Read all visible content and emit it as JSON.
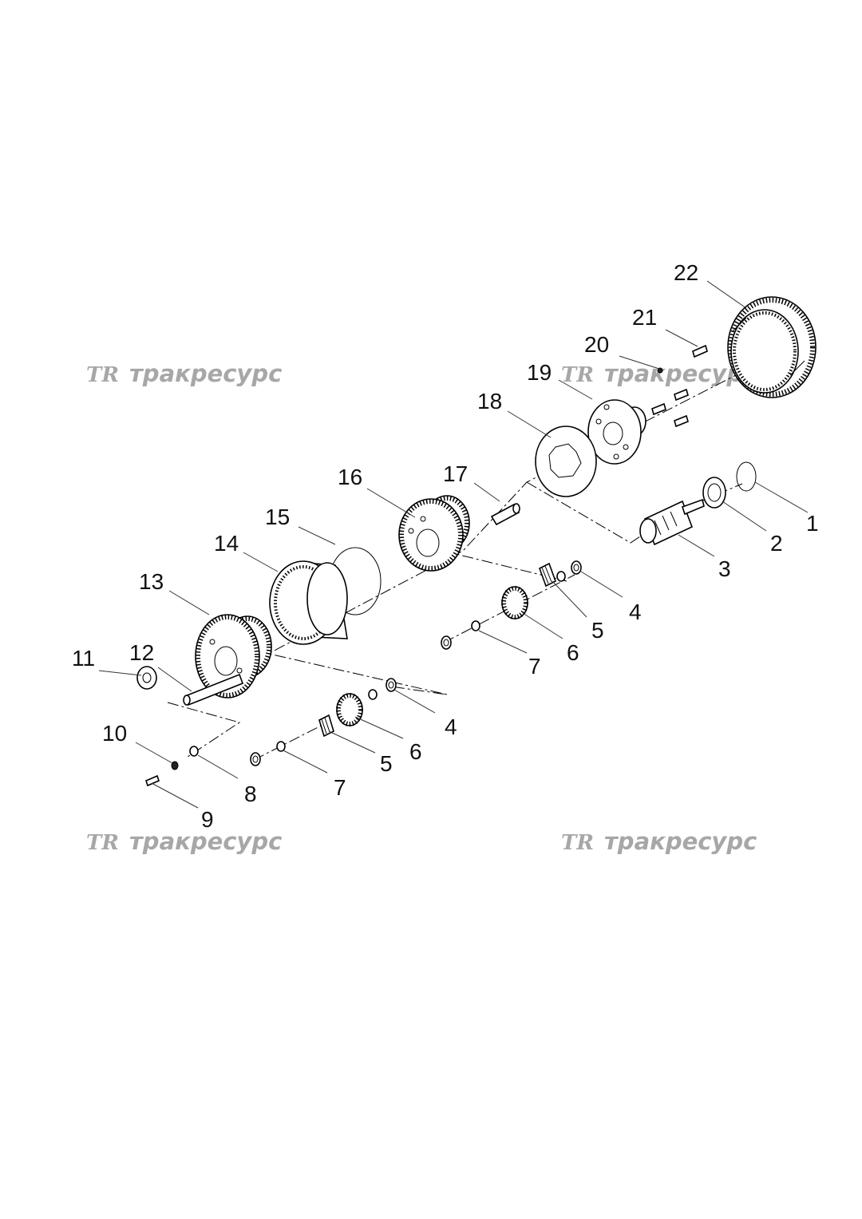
{
  "watermark": {
    "text": "тракресурс",
    "logo_text": "TR"
  },
  "callouts": [
    {
      "id": "1",
      "label": "1"
    },
    {
      "id": "2",
      "label": "2"
    },
    {
      "id": "3",
      "label": "3"
    },
    {
      "id": "4a",
      "label": "4"
    },
    {
      "id": "5a",
      "label": "5"
    },
    {
      "id": "6a",
      "label": "6"
    },
    {
      "id": "7a",
      "label": "7"
    },
    {
      "id": "4b",
      "label": "4"
    },
    {
      "id": "5b",
      "label": "5"
    },
    {
      "id": "6b",
      "label": "6"
    },
    {
      "id": "7b",
      "label": "7"
    },
    {
      "id": "8",
      "label": "8"
    },
    {
      "id": "9",
      "label": "9"
    },
    {
      "id": "10",
      "label": "10"
    },
    {
      "id": "11",
      "label": "11"
    },
    {
      "id": "12",
      "label": "12"
    },
    {
      "id": "13",
      "label": "13"
    },
    {
      "id": "14",
      "label": "14"
    },
    {
      "id": "15",
      "label": "15"
    },
    {
      "id": "16",
      "label": "16"
    },
    {
      "id": "17",
      "label": "17"
    },
    {
      "id": "18",
      "label": "18"
    },
    {
      "id": "19",
      "label": "19"
    },
    {
      "id": "20",
      "label": "20"
    },
    {
      "id": "21",
      "label": "21"
    },
    {
      "id": "22",
      "label": "22"
    }
  ]
}
